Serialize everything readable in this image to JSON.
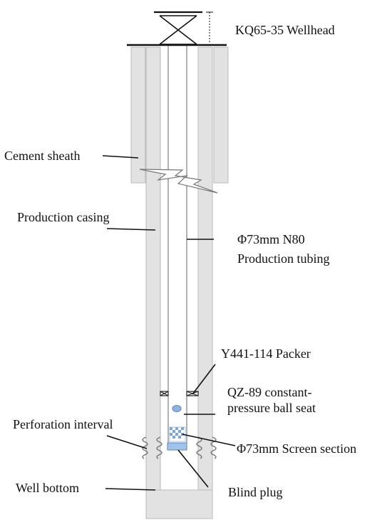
{
  "labels": {
    "wellhead": "KQ65-35 Wellhead",
    "cement_sheath": "Cement sheath",
    "production_casing": "Production casing",
    "tubing_line1": "Φ73mm N80",
    "tubing_line2": "Production tubing",
    "packer": "Y441-114 Packer",
    "ball_seat_line1": "QZ-89 constant-",
    "ball_seat_line2": "pressure ball seat",
    "perforation_interval": "Perforation interval",
    "screen_section": "Φ73mm Screen section",
    "well_bottom": "Well bottom",
    "blind_plug": "Blind plug"
  },
  "colors": {
    "casing_gray": "#e2e2e2",
    "casing_edge": "#b9b9b9",
    "line": "#111111",
    "ball": "#8fb4e3",
    "plug": "#9fc3ea",
    "screen": "#7aa6d8"
  }
}
